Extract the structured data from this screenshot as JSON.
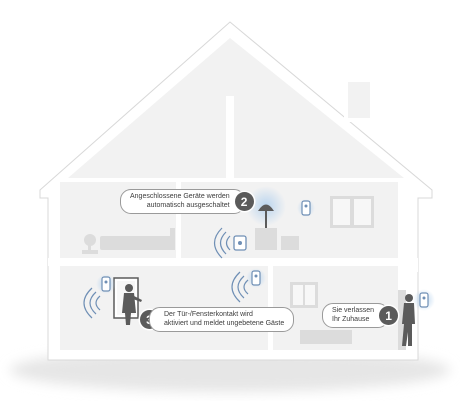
{
  "callouts": [
    {
      "number": "2",
      "text_line1": "Angeschlossene Geräte werden",
      "text_line2": "automatisch ausgeschaltet"
    },
    {
      "number": "3",
      "text_line1": "Der Tür-/Fensterkontakt wird",
      "text_line2": "aktiviert und meldet ungebetene Gäste"
    },
    {
      "number": "1",
      "text_line1": "Sie verlassen",
      "text_line2": "Ihr Zuhause"
    }
  ],
  "colors": {
    "house_fill": "#f2f2f2",
    "house_outline": "#ffffff",
    "furniture": "#dcdcdc",
    "device_dark": "#5b5b5b",
    "signal_wave": "#6f8fb5",
    "sensor_glow": "#b7d3ee",
    "callout_badge": "#5b5b5b"
  },
  "icons": [
    "sensor-icon",
    "wireless-signal-icon",
    "smart-plug-icon",
    "person-silhouette-icon",
    "burglar-silhouette-icon",
    "lamp-icon"
  ]
}
